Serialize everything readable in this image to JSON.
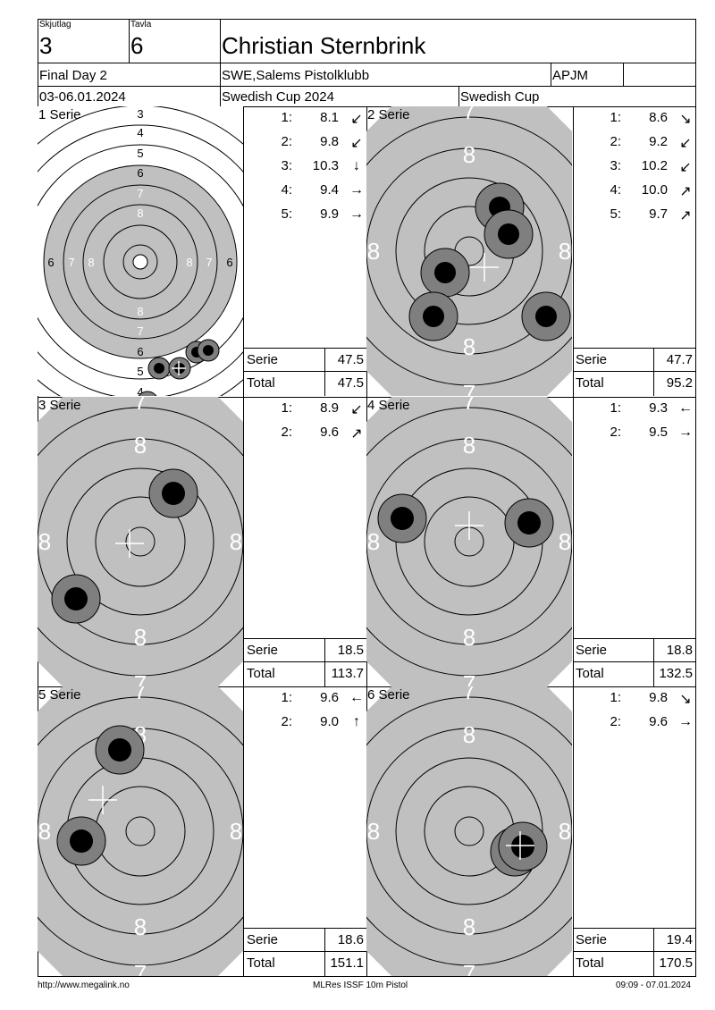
{
  "header": {
    "skjutlag_label": "Skjutlag",
    "skjutlag_value": "3",
    "tavla_label": "Tavla",
    "tavla_value": "6",
    "shooter_name": "Christian Sternbrink",
    "event_name": "Final Day 2",
    "club": "SWE,Salems Pistolklubb",
    "class_code": "APJM",
    "dates": "03-06.01.2024",
    "competition": "Swedish Cup 2024",
    "series_name": "Swedish Cup"
  },
  "series": [
    {
      "title": "1 Serie",
      "target_type": "full",
      "shots": [
        {
          "no": "1:",
          "value": "8.1",
          "dir": "↙"
        },
        {
          "no": "2:",
          "value": "9.8",
          "dir": "↙"
        },
        {
          "no": "3:",
          "value": "10.3",
          "dir": "↓"
        },
        {
          "no": "4:",
          "value": "9.4",
          "dir": "→"
        },
        {
          "no": "5:",
          "value": "9.9",
          "dir": "→"
        }
      ],
      "serie_label": "Serie",
      "serie_value": "47.5",
      "total_label": "Total",
      "total_value": "47.5"
    },
    {
      "title": "2 Serie",
      "target_type": "zoom",
      "shots": [
        {
          "no": "1:",
          "value": "8.6",
          "dir": "↘"
        },
        {
          "no": "2:",
          "value": "9.2",
          "dir": "↙"
        },
        {
          "no": "3:",
          "value": "10.2",
          "dir": "↙"
        },
        {
          "no": "4:",
          "value": "10.0",
          "dir": "↗"
        },
        {
          "no": "5:",
          "value": "9.7",
          "dir": "↗"
        }
      ],
      "serie_label": "Serie",
      "serie_value": "47.7",
      "total_label": "Total",
      "total_value": "95.2"
    },
    {
      "title": "3 Serie",
      "target_type": "zoom",
      "shots": [
        {
          "no": "1:",
          "value": "8.9",
          "dir": "↙"
        },
        {
          "no": "2:",
          "value": "9.6",
          "dir": "↗"
        }
      ],
      "serie_label": "Serie",
      "serie_value": "18.5",
      "total_label": "Total",
      "total_value": "113.7"
    },
    {
      "title": "4 Serie",
      "target_type": "zoom",
      "shots": [
        {
          "no": "1:",
          "value": "9.3",
          "dir": "←"
        },
        {
          "no": "2:",
          "value": "9.5",
          "dir": "→"
        }
      ],
      "serie_label": "Serie",
      "serie_value": "18.8",
      "total_label": "Total",
      "total_value": "132.5"
    },
    {
      "title": "5 Serie",
      "target_type": "zoom",
      "shots": [
        {
          "no": "1:",
          "value": "9.6",
          "dir": "←"
        },
        {
          "no": "2:",
          "value": "9.0",
          "dir": "↑"
        }
      ],
      "serie_label": "Serie",
      "serie_value": "18.6",
      "total_label": "Total",
      "total_value": "151.1"
    },
    {
      "title": "6 Serie",
      "target_type": "zoom",
      "shots": [
        {
          "no": "1:",
          "value": "9.8",
          "dir": "↘"
        },
        {
          "no": "2:",
          "value": "9.6",
          "dir": "→"
        }
      ],
      "serie_label": "Serie",
      "serie_value": "19.4",
      "total_label": "Total",
      "total_value": "170.5"
    }
  ],
  "footer": {
    "url": "http://www.megalink.no",
    "software": "MLRes ISSF 10m Pistol",
    "timestamp": "09:09 - 07.01.2024"
  },
  "colors": {
    "target_black": "#c0c0c0",
    "hole_inner": "#000000",
    "hole_outer": "#7f7f7f",
    "line": "#000000"
  }
}
